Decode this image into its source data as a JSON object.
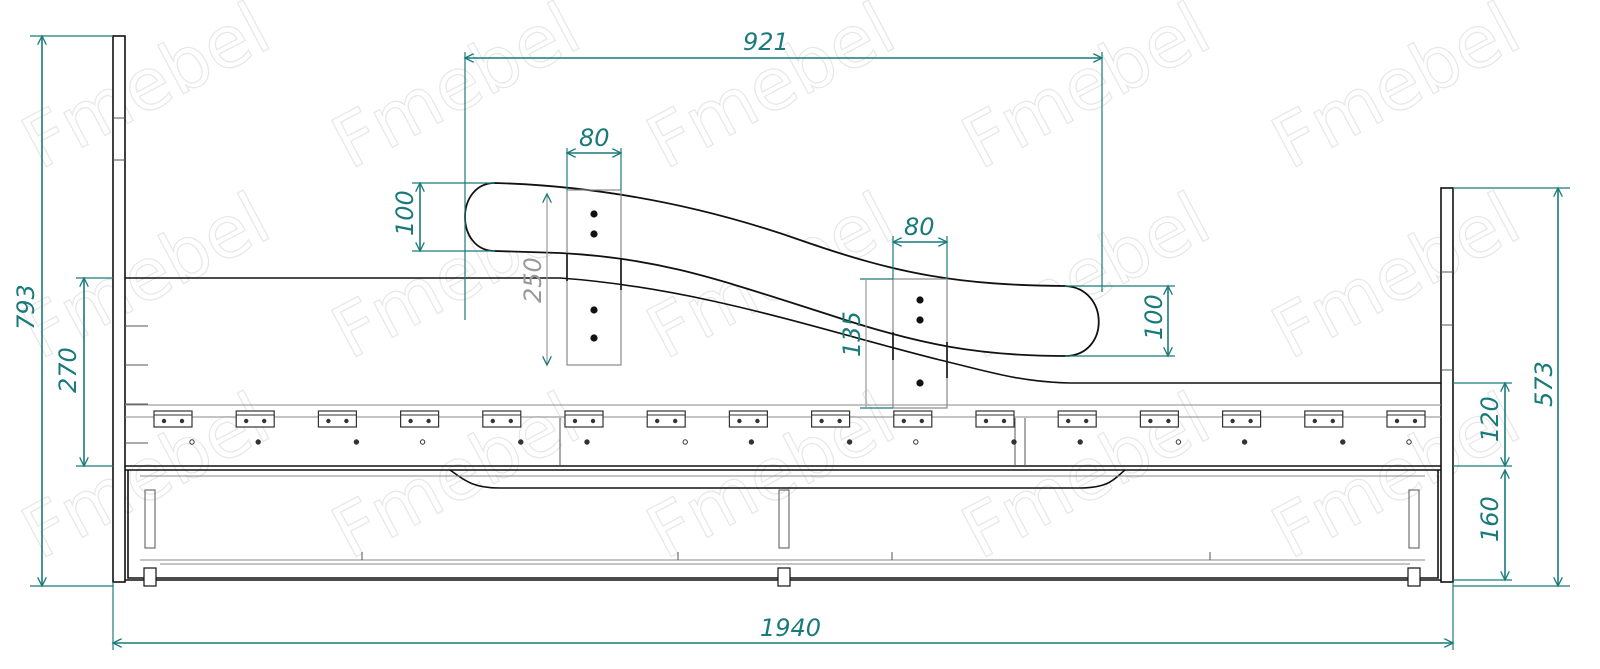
{
  "watermark": "Fmebel",
  "colors": {
    "dimension": "#1a7a7a",
    "outline": "#111111",
    "watermark": "#e7e7e7"
  },
  "dimensions": {
    "total_width": "1940",
    "total_height": "793",
    "footboard_height": "573",
    "side_panel_height": "270",
    "rail_height": "120",
    "drawer_height": "160",
    "armrest_span": "921",
    "left_post_width": "80",
    "right_post_width": "80",
    "armrest_thickness_left": "100",
    "armrest_thickness_right": "100",
    "left_post_height": "250",
    "right_post_height": "135"
  }
}
